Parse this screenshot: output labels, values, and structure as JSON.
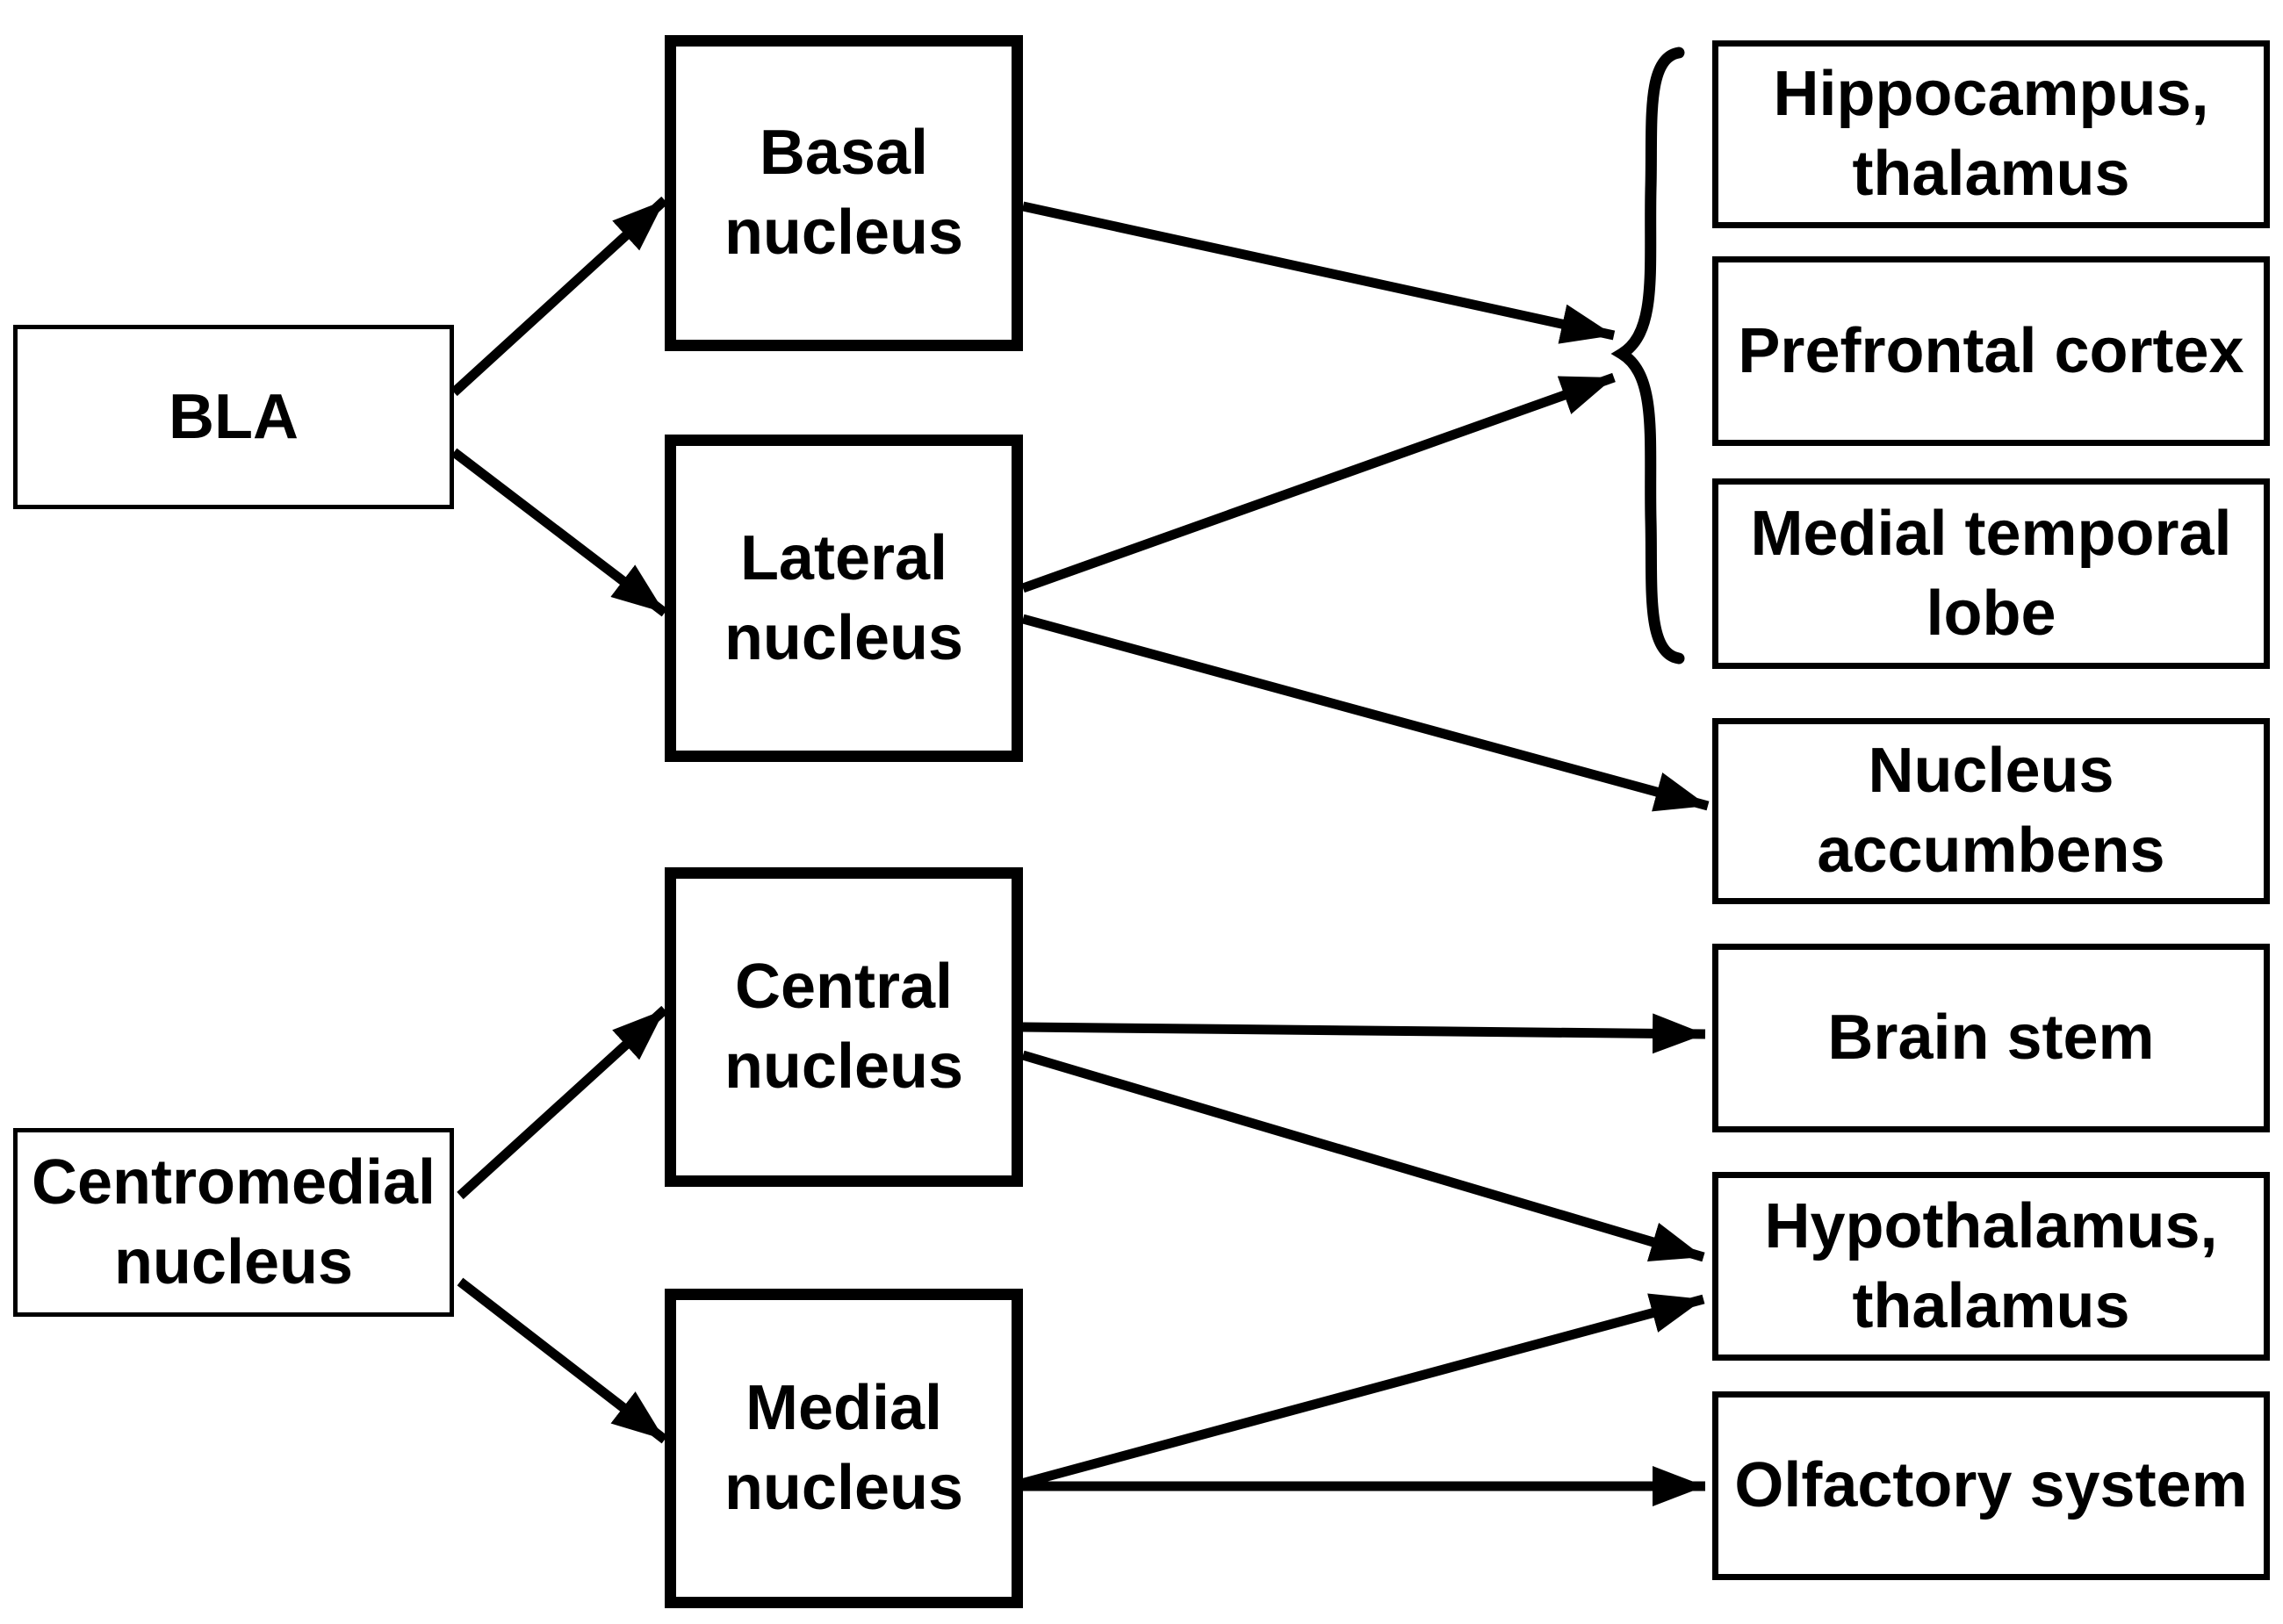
{
  "figure": {
    "type": "flow-diagram",
    "subject": "Amygdala nuclei projection pathways",
    "colors": {
      "background": "#ffffff",
      "ink": "#000000",
      "box_fill": "#ffffff"
    },
    "nodes": {
      "bla": {
        "label": "BLA"
      },
      "centromedial": {
        "label": "Centromedial nucleus"
      },
      "basal": {
        "label": "Basal nucleus"
      },
      "lateral": {
        "label": "Lateral nucleus"
      },
      "central": {
        "label": "Central nucleus"
      },
      "medial": {
        "label": "Medial nucleus"
      },
      "hippocampus_thalamus": {
        "label": "Hippocampus, thalamus"
      },
      "prefrontal_cortex": {
        "label": "Prefrontal cortex"
      },
      "medial_temporal_lobe": {
        "label": "Medial temporal lobe"
      },
      "nucleus_accumbens": {
        "label": "Nucleus accumbens"
      },
      "brain_stem": {
        "label": "Brain stem"
      },
      "hypothalamus_thalamus": {
        "label": "Hypothalamus, thalamus"
      },
      "olfactory_system": {
        "label": "Olfactory system"
      }
    },
    "brace_group": {
      "symbol": "{",
      "members": [
        "Hippocampus, thalamus",
        "Prefrontal cortex",
        "Medial temporal lobe"
      ]
    },
    "edges": [
      {
        "from": "BLA",
        "to": "Basal nucleus"
      },
      {
        "from": "BLA",
        "to": "Lateral nucleus"
      },
      {
        "from": "Basal nucleus",
        "to": "brace group (Hippocampus/thalamus, Prefrontal cortex, Medial temporal lobe)"
      },
      {
        "from": "Lateral nucleus",
        "to": "brace group (Hippocampus/thalamus, Prefrontal cortex, Medial temporal lobe)"
      },
      {
        "from": "Lateral nucleus",
        "to": "Nucleus accumbens"
      },
      {
        "from": "Centromedial nucleus",
        "to": "Central nucleus"
      },
      {
        "from": "Centromedial nucleus",
        "to": "Medial nucleus"
      },
      {
        "from": "Central nucleus",
        "to": "Brain stem"
      },
      {
        "from": "Central nucleus",
        "to": "Hypothalamus, thalamus"
      },
      {
        "from": "Medial nucleus",
        "to": "Hypothalamus, thalamus"
      },
      {
        "from": "Medial nucleus",
        "to": "Olfactory system"
      }
    ]
  }
}
